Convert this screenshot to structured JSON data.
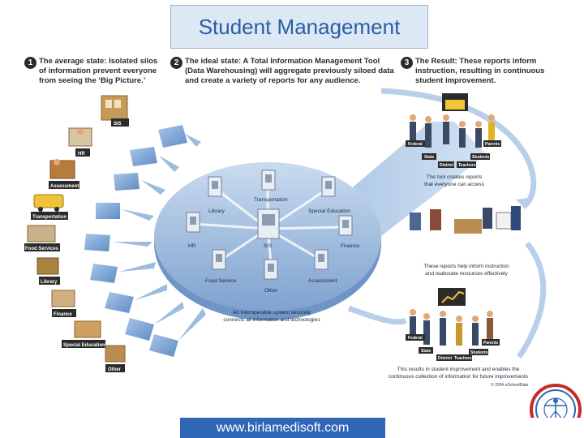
{
  "title": "Student Management",
  "steps": [
    {
      "num": "1",
      "lines": [
        "The average state: Isolated silos",
        "of information prevent everyone",
        "from seeing the ‘Big Picture.’"
      ]
    },
    {
      "num": "2",
      "lines": [
        "The ideal state: A Total Information Management Tool",
        "(Data Warehousing) will aggregate previously siloed data",
        "and create a variety of reports for any audience."
      ]
    },
    {
      "num": "3",
      "lines": [
        "The Result: These reports inform",
        "instruction, resulting in continuous",
        "student improvement."
      ]
    }
  ],
  "silos": [
    "SIS",
    "HR",
    "Assessment",
    "Transportation",
    "Food Services",
    "Library",
    "Finance",
    "Special Education",
    "Other"
  ],
  "hub_nodes": [
    "Library",
    "Transportation",
    "Special Education",
    "HR",
    "SIS",
    "Finance",
    "Food Service",
    "Other",
    "Assessment"
  ],
  "hub_caption": [
    "An interoperable system securely",
    "connects all information and technologies"
  ],
  "result_captions": [
    [
      "The tool creates reports",
      "that everyone can access"
    ],
    [
      "These reports help inform instruction",
      "and reallocate resources effectively"
    ],
    [
      "This results in student improvement and enables the",
      "continuous collection of information for future improvements"
    ]
  ],
  "audience_labels_top": [
    "Federal",
    "State",
    "District",
    "Teachers",
    "Students",
    "Parents"
  ],
  "audience_labels_bottom": [
    "Federal",
    "State",
    "District",
    "Teachers",
    "Students",
    "Parents"
  ],
  "copyright": "© 2004 eSchoolData",
  "url": "www.birlamedisoft.com",
  "colors": {
    "title": "#2a5ea3",
    "hub": "#8fb3dc",
    "url_bg": "#2f66b5",
    "folder": "#7fa6d6"
  }
}
